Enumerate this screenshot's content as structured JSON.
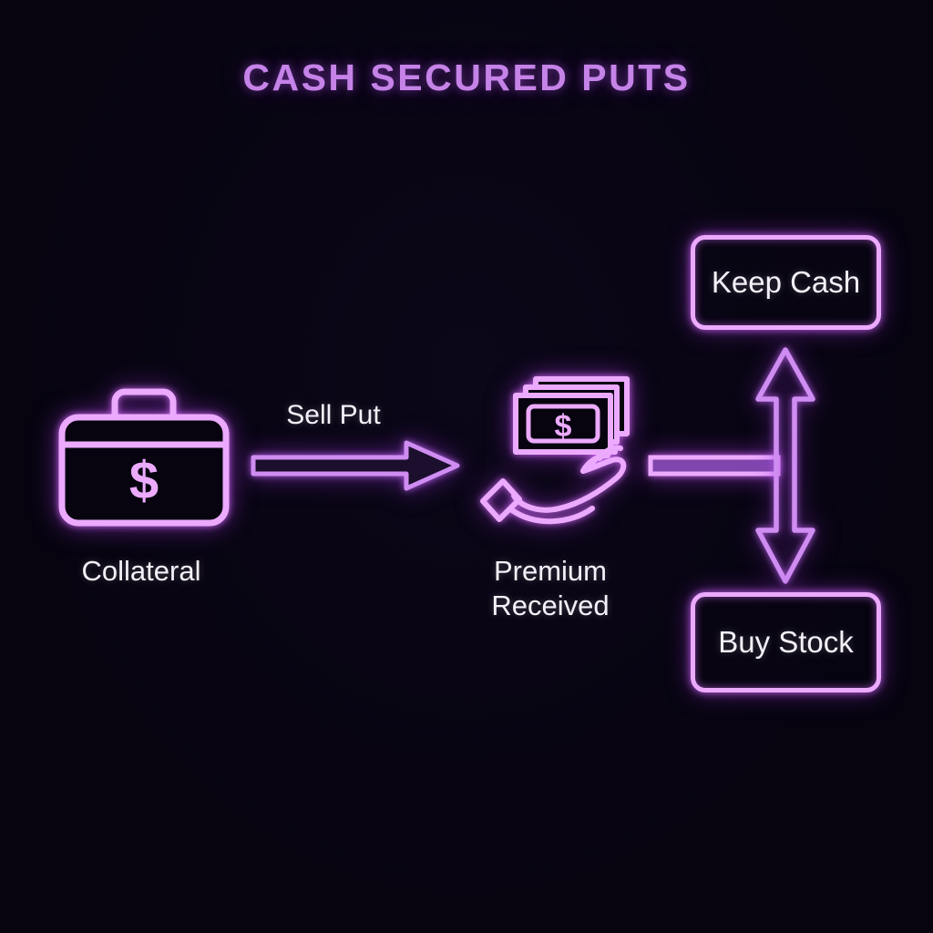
{
  "diagram": {
    "title": "CASH SECURED PUTS",
    "currency_symbol": "$",
    "nodes": {
      "collateral": {
        "label": "Collateral",
        "icon": "briefcase-dollar-icon"
      },
      "sell_put": {
        "label": "Sell Put",
        "icon": "arrow-right-icon"
      },
      "premium": {
        "label_line1": "Premium",
        "label_line2": "Received",
        "icon": "hand-receiving-cash-icon"
      },
      "branch": {
        "icon": "double-arrow-vertical-icon"
      },
      "keep_cash": {
        "label": "Keep Cash"
      },
      "buy_stock": {
        "label": "Buy Stock"
      }
    },
    "colors": {
      "background": "#070410",
      "neon_pink": "#ecaaff",
      "neon_violet": "#cf8df2",
      "title_purple": "#c583e8",
      "text_white": "#f4f0f8",
      "bar_fill": "#8146ad"
    }
  }
}
